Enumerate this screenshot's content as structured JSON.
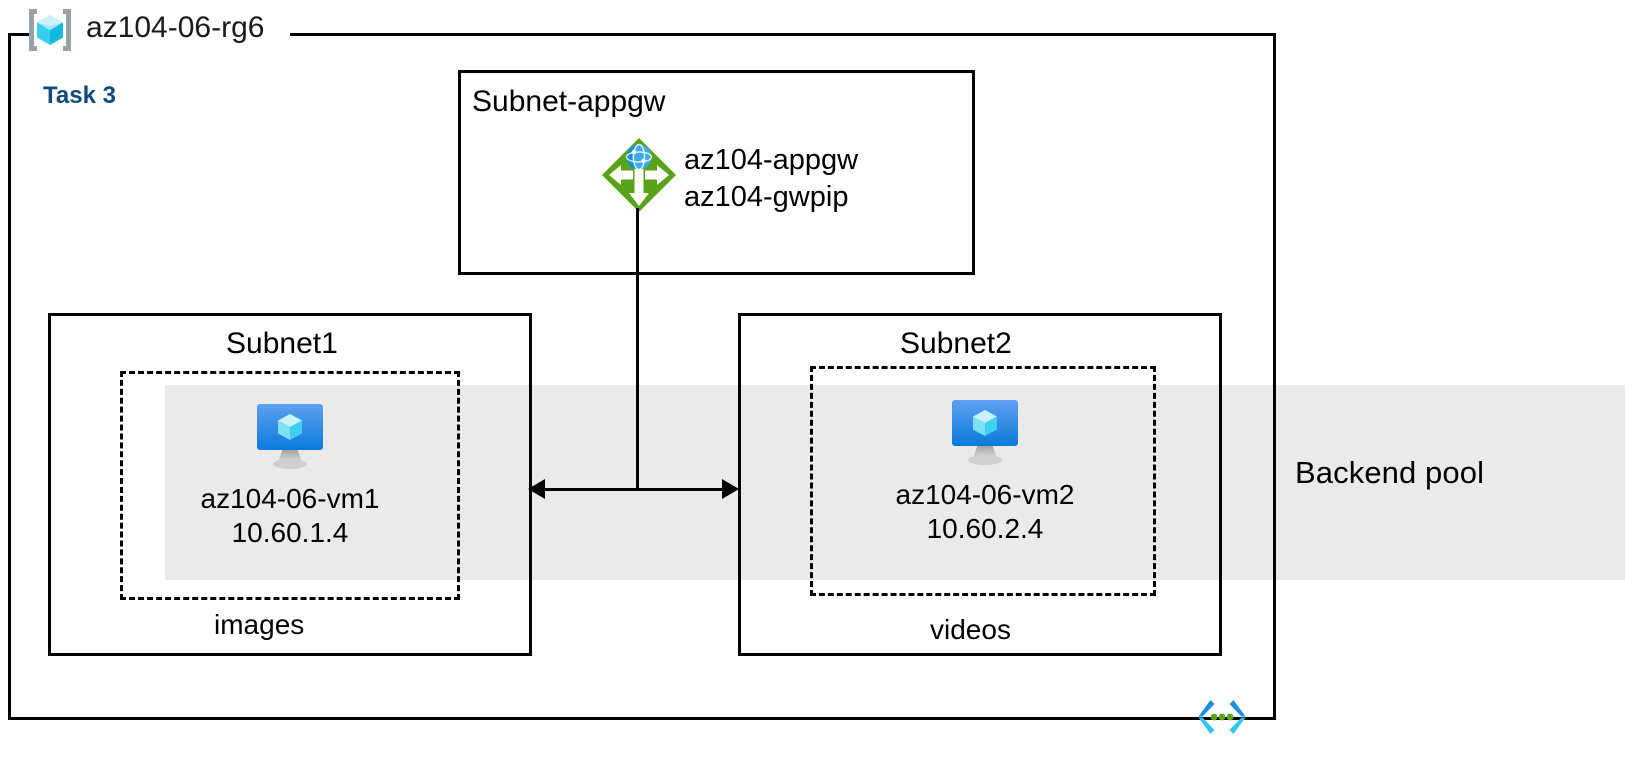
{
  "diagram": {
    "resource_group": {
      "name": "az104-06-rg6",
      "icon": "resource-group-cube-icon"
    },
    "task": {
      "label": "Task 3",
      "color": "#10497c"
    },
    "backend_pool": {
      "label": "Backend pool",
      "band_color": "#eaeaea"
    },
    "subnets": [
      {
        "id": "subnet-appgw",
        "title": "Subnet-appgw",
        "resources": [
          {
            "icon": "application-gateway-icon",
            "icon_color": "#59a318",
            "lines": [
              "az104-appgw",
              "az104-gwpip"
            ]
          }
        ]
      },
      {
        "id": "subnet1",
        "title": "Subnet1",
        "nsg_caption": "images",
        "vm": {
          "icon": "virtual-machine-icon",
          "name": "az104-06-vm1",
          "ip": "10.60.1.4"
        }
      },
      {
        "id": "subnet2",
        "title": "Subnet2",
        "nsg_caption": "videos",
        "vm": {
          "icon": "virtual-machine-icon",
          "name": "az104-06-vm2",
          "ip": "10.60.2.4"
        }
      }
    ],
    "connectors": [
      {
        "id": "appgw-to-backend",
        "type": "vertical-line"
      },
      {
        "id": "vm1-vm2-bidirectional",
        "type": "double-arrow"
      }
    ],
    "footer_icon": "arm-template-code-icon"
  }
}
